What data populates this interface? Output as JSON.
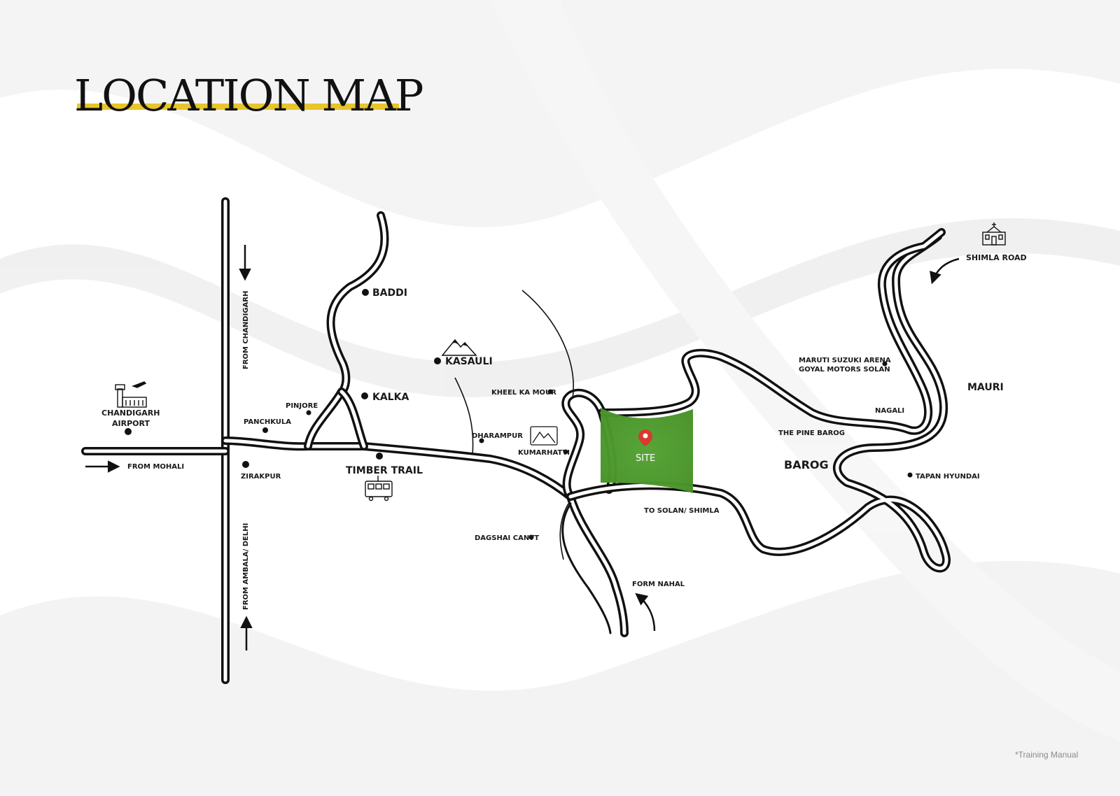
{
  "title": "LOCATION MAP",
  "footnote": "*Training Manual",
  "colors": {
    "title_underline": "#e8c52a",
    "site_fill": "#4e9a2c",
    "site_pin": "#d73a2e",
    "road": "#111111"
  },
  "icons": {
    "airport": "airport-icon",
    "mountain": "mountain-icon",
    "mountain_small": "mountain-icon",
    "train": "train-icon",
    "church": "church-icon",
    "pin": "map-pin-icon"
  },
  "places": {
    "chandigarh_airport_line1": "CHANDIGARH",
    "chandigarh_airport_line2": "AIRPORT",
    "from_mohali": "FROM MOHALI",
    "from_chandigarh": "FROM CHANDIGARH",
    "from_ambala": "FROM AMBALA/ DELHI",
    "panchkula": "PANCHKULA",
    "pinjore": "PINJORE",
    "zirakpur": "ZIRAKPUR",
    "baddi": "BADDI",
    "kalka": "KALKA",
    "timber_trail": "TIMBER TRAIL",
    "kasauli": "KASAULI",
    "dharampur": "DHARAMPUR",
    "kheel_ka_mour": "KHEEL KA MOUR",
    "kumarhatti": "KUMARHATTI",
    "dagshai_cantt": "DAGSHAI CANTT",
    "site": "SITE",
    "to_solan_shimla": "TO SOLAN/ SHIMLA",
    "form_nahal": "FORM NAHAL",
    "barog": "BAROG",
    "the_pine_barog": "THE PINE BAROG",
    "nagali": "NAGALI",
    "maruti_line1": "MARUTI SUZUKI ARENA",
    "maruti_line2": "GOYAL MOTORS SOLAN",
    "mauri": "MAURI",
    "tapan_hyundai": "TAPAN HYUNDAI",
    "shimla_road": "SHIMLA ROAD"
  }
}
